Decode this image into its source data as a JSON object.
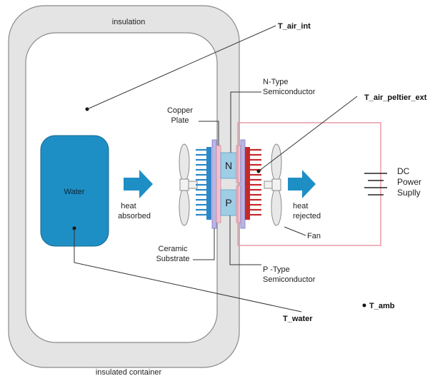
{
  "labels": {
    "insulation": "insulation",
    "insulated_container": "insulated container",
    "water": "Water",
    "heat_absorbed_1": "heat",
    "heat_absorbed_2": "absorbed",
    "heat_rejected_1": "heat",
    "heat_rejected_2": "rejected",
    "copper_plate_1": "Copper",
    "copper_plate_2": "Plate",
    "n_type_1": "N-Type",
    "n_type_2": "Semiconductor",
    "p_type_1": "P -Type",
    "p_type_2": "Semiconductor",
    "ceramic_1": "Ceramic",
    "ceramic_2": "Substrate",
    "fan": "Fan",
    "n_letter": "N",
    "p_letter": "P",
    "dc_1": "DC",
    "dc_2": "Power",
    "dc_3": "Suplly"
  },
  "sensors": {
    "t_air_int": "T_air_int",
    "t_air_peltier_ext": "T_air_peltier_ext",
    "t_water": "T_water",
    "t_amb": "T_amb"
  },
  "colors": {
    "insulation": "#e4e4e4",
    "water": "#1e8fc5",
    "arrow": "#1e8fc5",
    "cold_side": "#2c87c7",
    "hot_side": "#c62828",
    "ceramic": "#b9b6e6",
    "copper": "#f2c1cf",
    "semiconductor": "#9ecde6",
    "box": "#e99aa5"
  }
}
